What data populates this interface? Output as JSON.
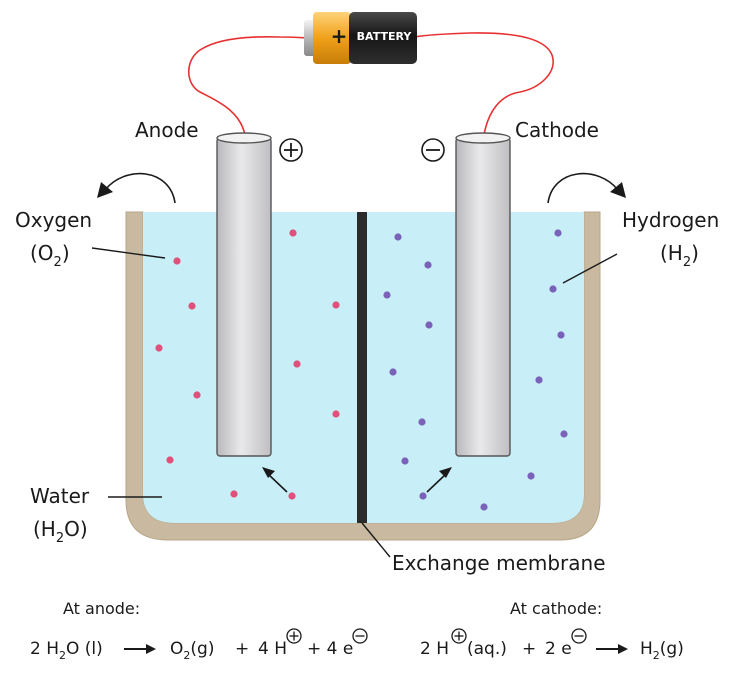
{
  "battery": {
    "label": "BATTERY",
    "plus_sign": "+"
  },
  "labels": {
    "anode": "Anode",
    "cathode": "Cathode",
    "anode_sign": "+",
    "cathode_sign": "−",
    "oxygen": "Oxygen",
    "oxygen_formula": {
      "open": "(O",
      "sub": "2",
      "close": ")"
    },
    "hydrogen": "Hydrogen",
    "hydrogen_formula": {
      "open": "(H",
      "sub": "2",
      "close": ")"
    },
    "water": "Water",
    "water_formula": {
      "open": "(H",
      "sub": "2",
      "close": "O)"
    },
    "membrane": "Exchange membrane"
  },
  "equations": {
    "anode": {
      "header": "At anode:",
      "lhs_coef": "2 H",
      "lhs_sub": "2",
      "lhs_rest": "O (l)",
      "o2_main": "O",
      "o2_sub": "2",
      "o2_state": "(g)",
      "plus1": "+",
      "h_part": "4 H",
      "plus2": "+ 4 e"
    },
    "cathode": {
      "header": "At cathode:",
      "h_part": "2 H",
      "h_state": "(aq.)",
      "plus": "+",
      "e_part": "2 e",
      "h2_main": "H",
      "h2_sub": "2",
      "h2_state": "(g)"
    }
  },
  "colors": {
    "water": "#c8eef8",
    "container": "#c9b9a0",
    "electrode": "#dcdcde",
    "membrane": "#2b2b2b",
    "wire": "#e83030",
    "oxygen_particle": "#e0507a",
    "hydrogen_particle": "#7a62b8",
    "battery_body": "#1c1c1c",
    "battery_cap": "#f0a11a"
  }
}
